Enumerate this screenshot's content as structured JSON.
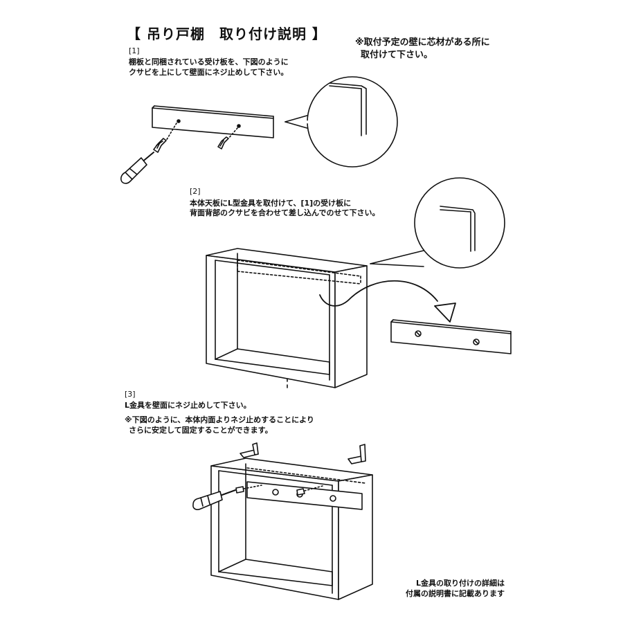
{
  "title": "【 吊り戸棚　取り付け説明 】",
  "note_top": {
    "line1": "※取付予定の壁に芯材がある所に",
    "line2": "取付けて下さい。"
  },
  "step1": {
    "label": "[1]",
    "line1": "棚板と同梱されている受け板を、下図のように",
    "line2": "クサビを上にして壁面にネジ止めして下さい。"
  },
  "step2": {
    "label": "[2]",
    "line1": "本体天板にL型金具を取付けて、[1]の受け板に",
    "line2": "背面背部のクサビを合わせて差し込んでのせて下さい。"
  },
  "step3": {
    "label": "[3]",
    "line1": "L金具を壁面にネジ止めして下さい。",
    "note1": "※下図のように、本体内面よりネジ止めすることにより",
    "note2": "さらに安定して固定することができます。"
  },
  "corner_note": {
    "line1": "L金具の取り付けの詳細は",
    "line2": "付属の説明書に記載あります"
  },
  "icons": [
    "screwdriver-icon",
    "screw-icon",
    "curved-arrow-icon"
  ]
}
